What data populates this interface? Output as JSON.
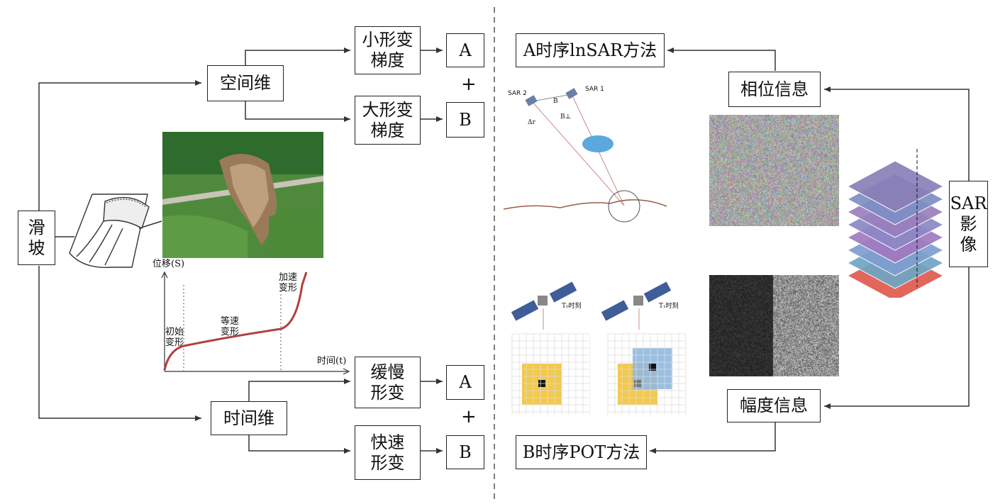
{
  "left": {
    "root": "滑\n坡",
    "spatial": "空间维",
    "temporal": "时间维",
    "small_grad": "小形变\n梯度",
    "large_grad": "大形变\n梯度",
    "slow": "缓慢\n形变",
    "fast": "快速\n形变",
    "label_a": "A",
    "label_b": "B",
    "plus": "+"
  },
  "curve": {
    "y_label": "位移(S)",
    "x_label": "时间(t)",
    "stage1": "初始\n变形",
    "stage2": "等速\n变形",
    "stage3": "加速\n变形"
  },
  "right": {
    "method_a": "A时序lnSAR方法",
    "method_b": "B时序POT方法",
    "phase": "相位信息",
    "amplitude": "幅度信息",
    "sar": "SAR影\n像"
  },
  "insar_fig": {
    "sar2": "SAR 2",
    "sar1": "SAR 1",
    "dr": "Δr",
    "b": "B",
    "bp": "B⊥"
  },
  "pot_fig": {
    "t0": "T₀时刻",
    "t1": "T₁时刻"
  },
  "colors": {
    "line": "#333333",
    "curve": "#b04040",
    "yellow": "#f2c94c",
    "blue": "#8fb8e0"
  }
}
